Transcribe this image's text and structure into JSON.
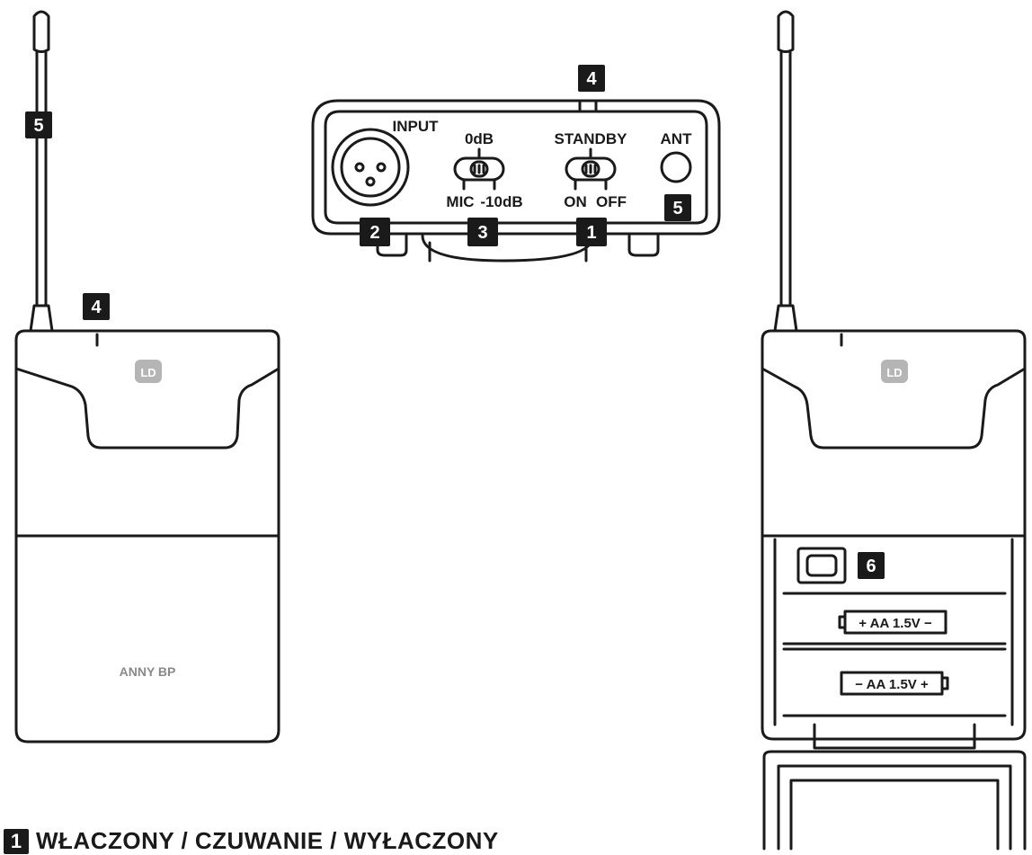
{
  "labels": {
    "input": "INPUT",
    "gain_top": "0dB",
    "gain_left": "MIC",
    "gain_right": "-10dB",
    "power_top": "STANDBY",
    "power_left": "ON",
    "power_right": "OFF",
    "ant": "ANT",
    "model": "ANNY BP",
    "logo": "LD",
    "battery_top": "+ AA 1.5V −",
    "battery_bottom": "− AA 1.5V +"
  },
  "callouts": {
    "c2": "2",
    "c3": "3",
    "c4": "4",
    "c5": "5",
    "c6": "6"
  },
  "caption": {
    "number": "1",
    "text": "WŁACZONY / CZUWANIE / WYŁACZONY"
  }
}
